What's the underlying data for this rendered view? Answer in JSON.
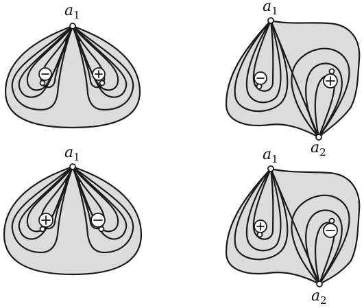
{
  "labels": {
    "a1": "a",
    "a1_sub": "1",
    "a2": "a",
    "a2_sub": "2"
  },
  "charges": {
    "plus": "+",
    "minus": "−"
  },
  "colors": {
    "region_fill": "#dcdcdc",
    "stroke": "#1a1a1a",
    "background": "#ffffff"
  },
  "panels": [
    {
      "position": "top-left",
      "vertices": [
        "a1"
      ],
      "charges_left_to_right": [
        "minus",
        "plus"
      ]
    },
    {
      "position": "top-right",
      "vertices": [
        "a1",
        "a2"
      ],
      "charges_left_to_right": [
        "minus",
        "plus"
      ]
    },
    {
      "position": "bottom-left",
      "vertices": [
        "a1"
      ],
      "charges_left_to_right": [
        "plus",
        "minus"
      ]
    },
    {
      "position": "bottom-right",
      "vertices": [
        "a1",
        "a2"
      ],
      "charges_left_to_right": [
        "plus",
        "minus"
      ]
    }
  ]
}
